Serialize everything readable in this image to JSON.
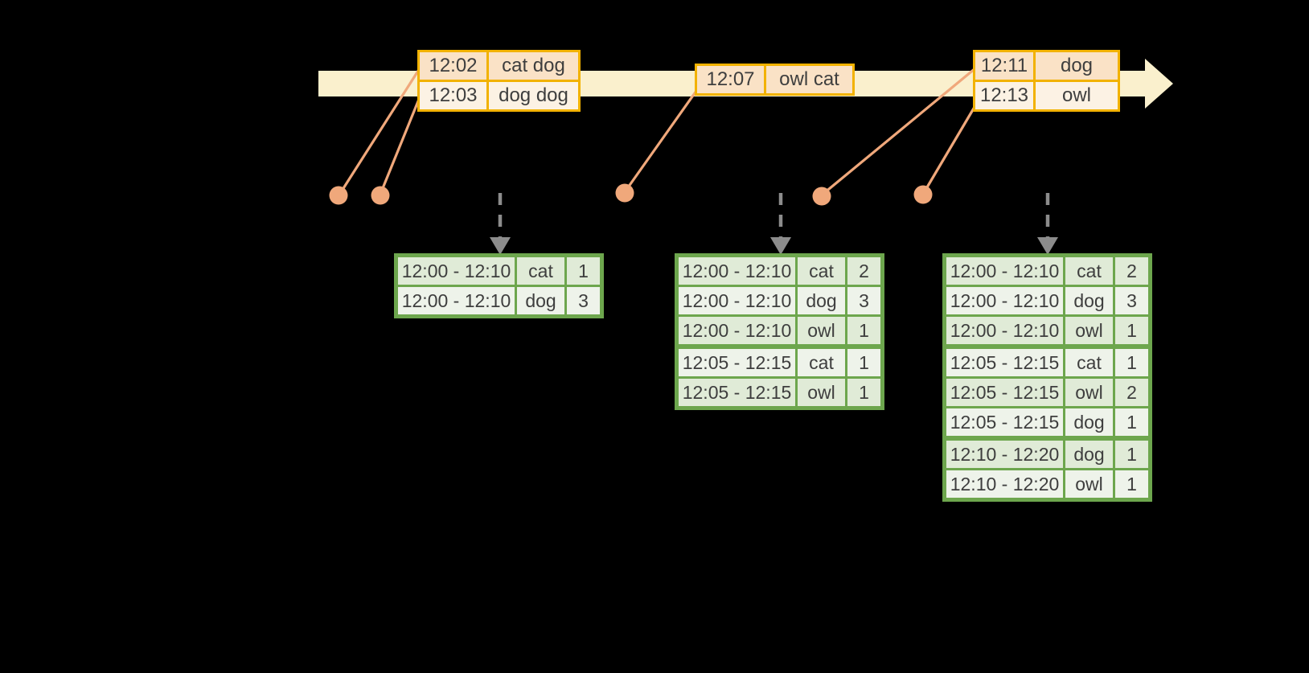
{
  "colors": {
    "background": "#000000",
    "timeline": "#FAF0CD",
    "event_border": "#F2B200",
    "event_row_alt1": "#FAE2C6",
    "event_row_alt2": "#FCF2E4",
    "marker": "#F0A87B",
    "trigger_arrow": "#8C8C8C",
    "result_border": "#6DA64D",
    "result_row_alt1": "#E0EBD7",
    "result_row_alt2": "#EEF3EA",
    "text": "#3E3E3E"
  },
  "icons": {
    "timeline_arrow": "right-arrow-icon",
    "event_marker": "event-dot-icon",
    "trigger_arrow": "dashed-down-arrow-icon"
  },
  "event_stream": {
    "tables": [
      {
        "rows": [
          {
            "time": "12:02",
            "words": "cat dog"
          },
          {
            "time": "12:03",
            "words": "dog dog"
          }
        ]
      },
      {
        "rows": [
          {
            "time": "12:07",
            "words": "owl cat"
          }
        ]
      },
      {
        "rows": [
          {
            "time": "12:11",
            "words": "dog"
          },
          {
            "time": "12:13",
            "words": "owl"
          }
        ]
      }
    ]
  },
  "result_tables": [
    {
      "rows": [
        {
          "window": "12:00 - 12:10",
          "word": "cat",
          "count": "1"
        },
        {
          "window": "12:00 - 12:10",
          "word": "dog",
          "count": "3"
        }
      ]
    },
    {
      "rows": [
        {
          "window": "12:00 - 12:10",
          "word": "cat",
          "count": "2"
        },
        {
          "window": "12:00 - 12:10",
          "word": "dog",
          "count": "3"
        },
        {
          "window": "12:00 - 12:10",
          "word": "owl",
          "count": "1"
        },
        {
          "window": "12:05 - 12:15",
          "word": "cat",
          "count": "1"
        },
        {
          "window": "12:05 - 12:15",
          "word": "owl",
          "count": "1"
        }
      ]
    },
    {
      "rows": [
        {
          "window": "12:00 - 12:10",
          "word": "cat",
          "count": "2"
        },
        {
          "window": "12:00 - 12:10",
          "word": "dog",
          "count": "3"
        },
        {
          "window": "12:00 - 12:10",
          "word": "owl",
          "count": "1"
        },
        {
          "window": "12:05 - 12:15",
          "word": "cat",
          "count": "1"
        },
        {
          "window": "12:05 - 12:15",
          "word": "owl",
          "count": "2"
        },
        {
          "window": "12:05 - 12:15",
          "word": "dog",
          "count": "1"
        },
        {
          "window": "12:10 - 12:20",
          "word": "dog",
          "count": "1"
        },
        {
          "window": "12:10 - 12:20",
          "word": "owl",
          "count": "1"
        }
      ]
    }
  ]
}
